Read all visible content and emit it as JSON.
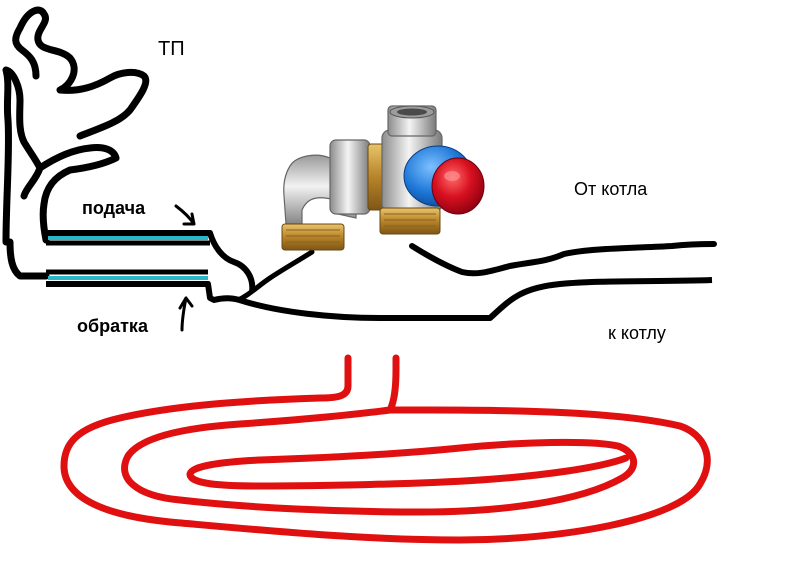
{
  "labels": {
    "tp": "ТП",
    "podacha": "подача",
    "obratka": "обратка",
    "ot_kotla": "От котла",
    "k_kotlu": "к котлу"
  },
  "colors": {
    "outline": "#000000",
    "pipe": "#29b6c6",
    "floor_loop": "#e01010",
    "valve_cap": "#e0102a",
    "valve_ring": "#1e88e5",
    "brass": "#c9962e",
    "chrome": "#c8c8c8"
  },
  "icons": {
    "valve": "three-way-mixing-valve-icon"
  }
}
